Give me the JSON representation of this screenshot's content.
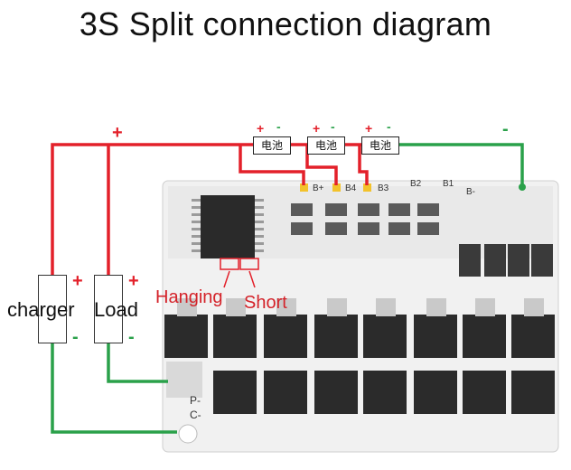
{
  "title": "3S Split connection diagram",
  "charger_label": "charger",
  "load_label": "Load",
  "plus": "+",
  "minus": "-",
  "cell_label": "电池",
  "pads": {
    "bplus": "B+",
    "b4": "B4",
    "b3": "B3",
    "b2": "B2",
    "b1": "B1",
    "bminus": "B-",
    "pminus": "P-",
    "cminus": "C-"
  },
  "annotations": {
    "hanging": "Hanging",
    "short": "Short"
  },
  "colors": {
    "positive": "#e3202a",
    "negative": "#2aa14a",
    "board": "#f2f2f2",
    "mosfet": "#2b2b2b"
  }
}
